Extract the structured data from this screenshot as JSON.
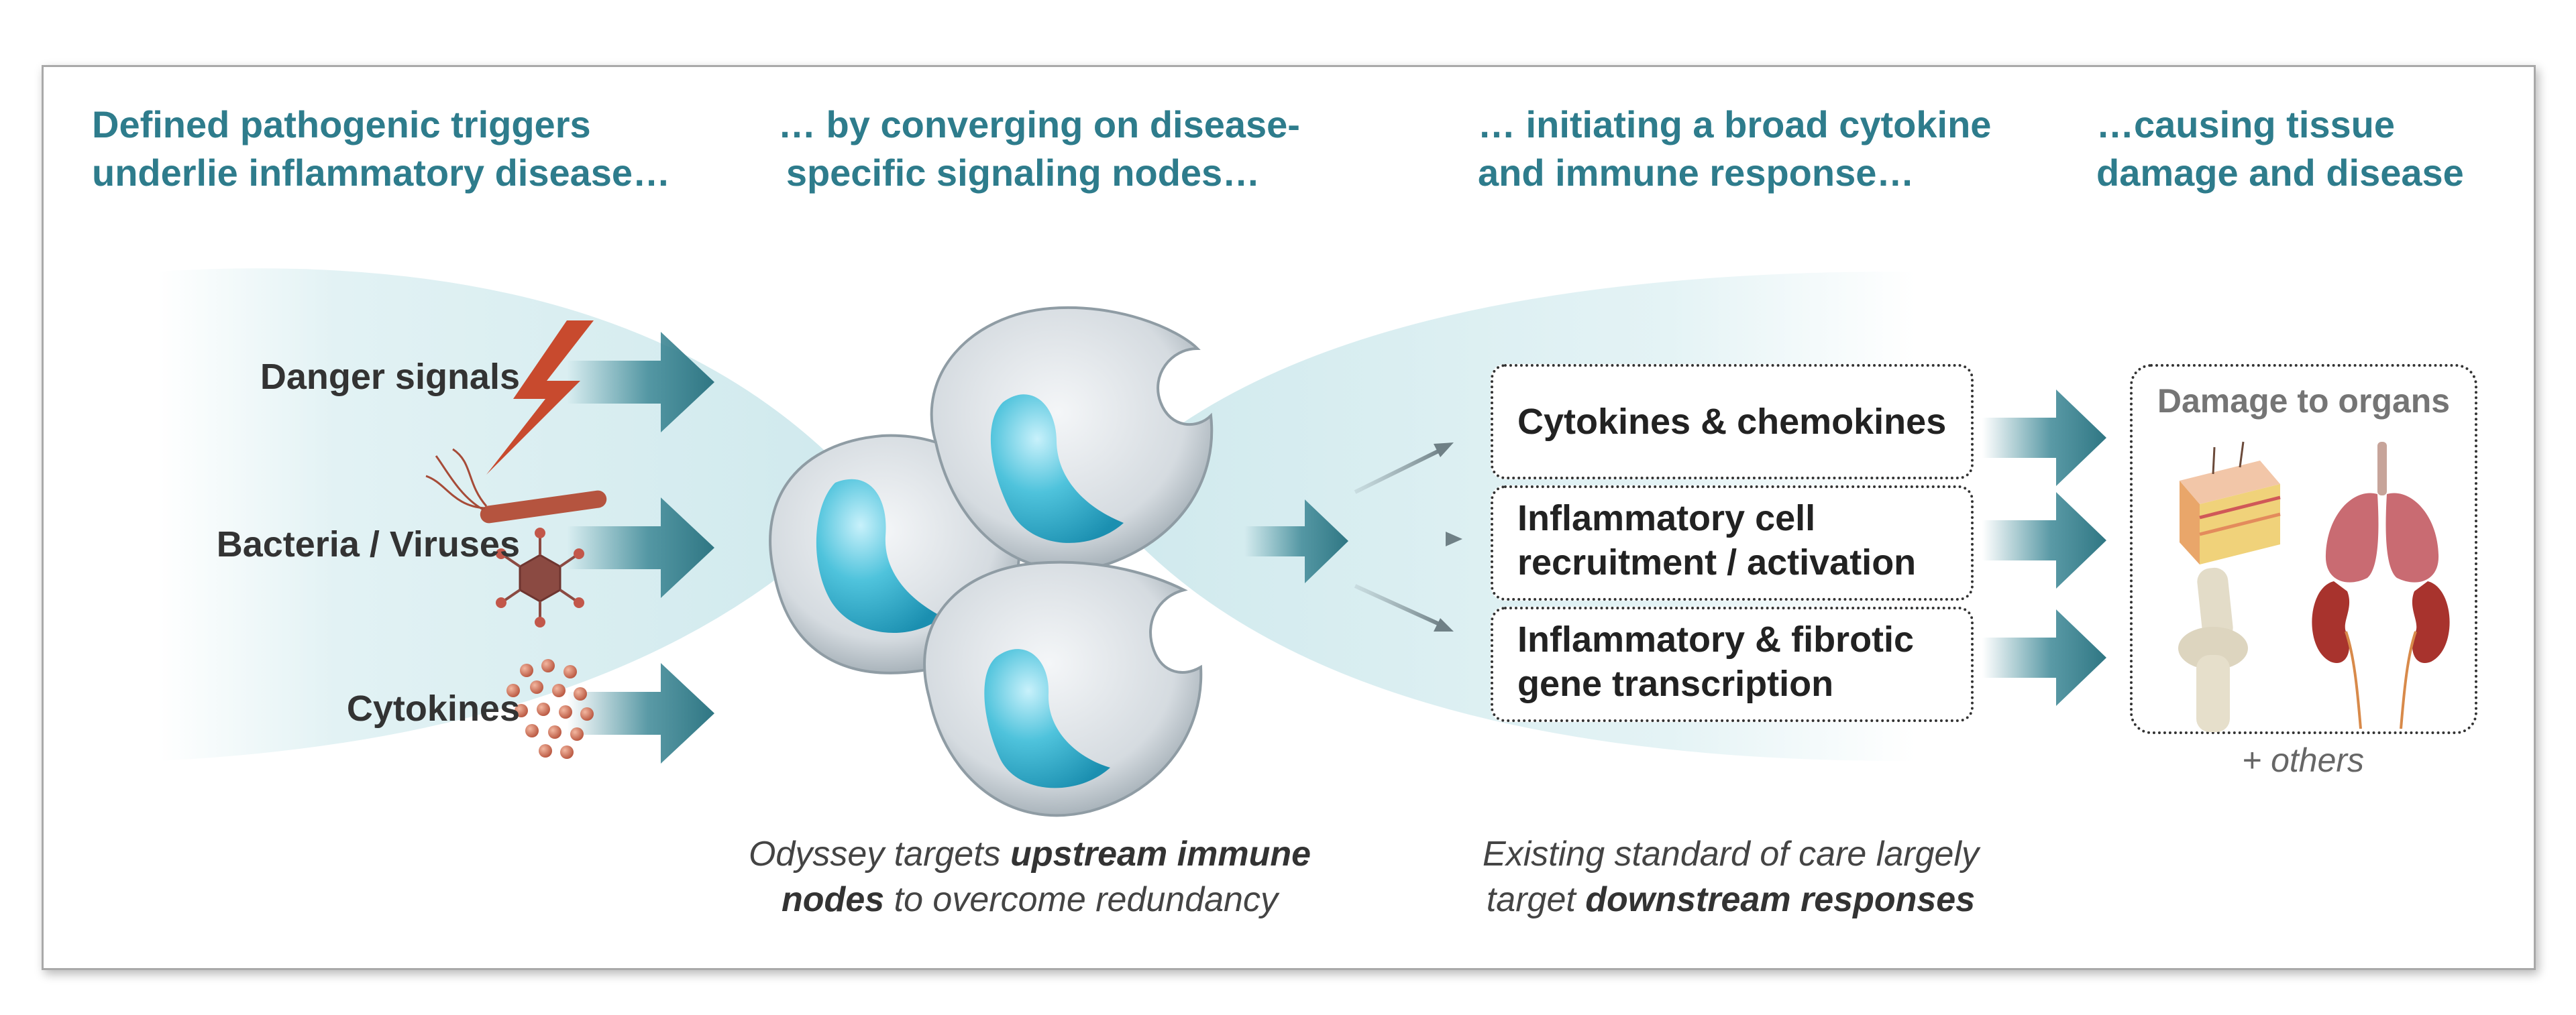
{
  "headers": [
    {
      "line1": "Defined pathogenic triggers",
      "line2": "underlie inflammatory disease…"
    },
    {
      "line1": "… by converging on disease-",
      "line2": "specific signaling nodes…"
    },
    {
      "line1": "… initiating a broad cytokine",
      "line2": "and immune response…"
    },
    {
      "line1": "…causing tissue",
      "line2": "damage and disease"
    }
  ],
  "triggers": [
    {
      "label": "Danger signals",
      "icon": "lightning-icon"
    },
    {
      "label": "Bacteria / Viruses",
      "icon": "bacteria-virus-icon"
    },
    {
      "label": "Cytokines",
      "icon": "cytokine-particles-icon"
    }
  ],
  "responses": [
    {
      "line1": "Cytokines & chemokines",
      "line2": ""
    },
    {
      "line1": "Inflammatory cell",
      "line2": "recruitment / activation"
    },
    {
      "line1": "Inflammatory & fibrotic",
      "line2": "gene transcription"
    }
  ],
  "organs": {
    "title": "Damage to organs",
    "icons": [
      "skin-icon",
      "lungs-icon",
      "knee-joint-icon",
      "kidneys-icon"
    ],
    "others": "+ others"
  },
  "captions": {
    "left": {
      "pre": "Odyssey targets ",
      "bold1": "upstream immune",
      "bold2": "nodes",
      "post": " to overcome redundancy"
    },
    "right": {
      "line1": "Existing standard of care largely",
      "pre": "target ",
      "bold": "downstream responses"
    }
  },
  "colors": {
    "header": "#2e7c8c",
    "arrow": "#3d8896",
    "glow": "#d8eef1",
    "cell_nucleus": "#4fc3dc",
    "organ_red": "#b23a3a"
  }
}
